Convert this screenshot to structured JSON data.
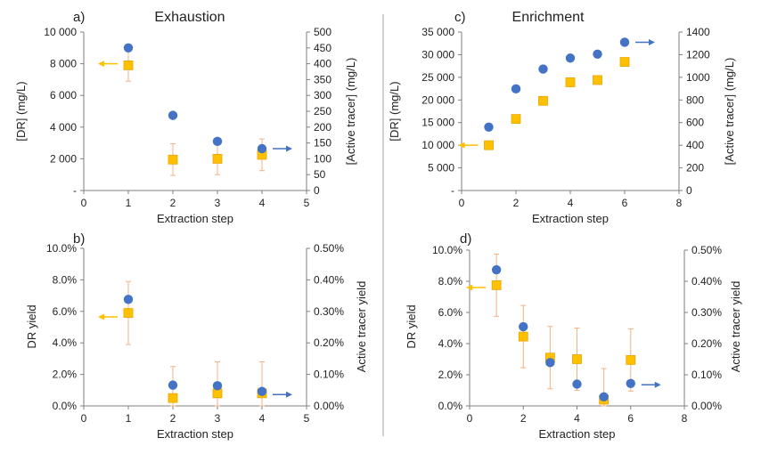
{
  "colors": {
    "dr": "#FFC000",
    "dr_edge": "#E8A500",
    "tracer": "#4472C4",
    "axis": "#7f7f7f",
    "error": "#F4B183",
    "divider": "#a6a6a6"
  },
  "chart_data": [
    {
      "panel": "a)",
      "title": "Exhaustion",
      "type": "scatter",
      "xlabel": "Extraction step",
      "ylabel": "[DR] (mg/L)",
      "y2label": "[Active tracer] (mg/L)",
      "xlim": [
        0,
        5
      ],
      "ylim": [
        0,
        10000
      ],
      "y2lim": [
        0,
        500
      ],
      "xticks": [
        "0",
        "1",
        "2",
        "3",
        "4",
        "5"
      ],
      "yticks": [
        "-",
        "2 000",
        "4 000",
        "6 000",
        "8 000",
        "10 000"
      ],
      "y2ticks": [
        "0",
        "50",
        "100",
        "150",
        "200",
        "250",
        "300",
        "350",
        "400",
        "450",
        "500"
      ],
      "series": [
        {
          "marker": "square",
          "axis": "left",
          "x": [
            1,
            2,
            3,
            4
          ],
          "y": [
            7900,
            1950,
            2000,
            2250
          ],
          "err": [
            1000,
            1000,
            1000,
            1000
          ]
        },
        {
          "marker": "circle",
          "axis": "right",
          "x": [
            1,
            2,
            3,
            4
          ],
          "y": [
            450,
            237,
            155,
            132
          ]
        }
      ],
      "arrows": [
        {
          "dir": "left",
          "x": 1,
          "y": 8000,
          "axis": "left"
        },
        {
          "dir": "right",
          "x": 4,
          "y": 132,
          "axis": "right"
        }
      ]
    },
    {
      "panel": "b)",
      "title": "",
      "type": "scatter",
      "xlabel": "Extraction step",
      "ylabel": "DR yield",
      "y2label": "Active tracer yield",
      "xlim": [
        0,
        5
      ],
      "ylim": [
        0,
        10
      ],
      "y2lim": [
        0,
        0.5
      ],
      "xticks": [
        "0",
        "1",
        "2",
        "3",
        "4",
        "5"
      ],
      "yticks": [
        "0.0%",
        "2.0%",
        "4.0%",
        "6.0%",
        "8.0%",
        "10.0%"
      ],
      "y2ticks": [
        "0.00%",
        "0.10%",
        "0.20%",
        "0.30%",
        "0.40%",
        "0.50%"
      ],
      "series": [
        {
          "marker": "square",
          "axis": "left",
          "x": [
            1,
            2,
            3,
            4
          ],
          "y": [
            5.9,
            0.5,
            0.8,
            0.8
          ],
          "err": [
            2.0,
            2.0,
            2.0,
            2.0
          ]
        },
        {
          "marker": "circle",
          "axis": "right",
          "x": [
            1,
            2,
            3,
            4
          ],
          "y": [
            0.338,
            0.066,
            0.064,
            0.046
          ]
        }
      ],
      "arrows": [
        {
          "dir": "left",
          "x": 1,
          "y": 5.65,
          "axis": "left"
        },
        {
          "dir": "right",
          "x": 4,
          "y": 0.036,
          "axis": "right"
        }
      ]
    },
    {
      "panel": "c)",
      "title": "Enrichment",
      "type": "scatter",
      "xlabel": "Extraction step",
      "ylabel": "[DR] (mg/L)",
      "y2label": "[Active tracer] (mg/L)",
      "xlim": [
        0,
        8
      ],
      "ylim": [
        0,
        35000
      ],
      "y2lim": [
        0,
        1400
      ],
      "xticks": [
        "0",
        "2",
        "4",
        "6",
        "8"
      ],
      "yticks": [
        "-",
        "5 000",
        "10 000",
        "15 000",
        "20 000",
        "25 000",
        "30 000",
        "35 000"
      ],
      "y2ticks": [
        "0",
        "200",
        "400",
        "600",
        "800",
        "1000",
        "1200",
        "1400"
      ],
      "series": [
        {
          "marker": "square",
          "axis": "left",
          "x": [
            1,
            2,
            3,
            4,
            5,
            6
          ],
          "y": [
            10000,
            15800,
            19800,
            23900,
            24400,
            28400
          ],
          "err": [
            600,
            600,
            600,
            600,
            600,
            600
          ]
        },
        {
          "marker": "circle",
          "axis": "right",
          "x": [
            1,
            2,
            3,
            4,
            5,
            6
          ],
          "y": [
            560,
            898,
            1073,
            1170,
            1205,
            1310
          ]
        }
      ],
      "arrows": [
        {
          "dir": "left",
          "x": 1,
          "y": 10000,
          "axis": "left"
        },
        {
          "dir": "right",
          "x": 6,
          "y": 1310,
          "axis": "right"
        }
      ]
    },
    {
      "panel": "d)",
      "title": "",
      "type": "scatter",
      "xlabel": "Extraction step",
      "ylabel": "DR yield",
      "y2label": "Active tracer yield",
      "xlim": [
        0,
        8
      ],
      "ylim": [
        0,
        10
      ],
      "y2lim": [
        0,
        0.5
      ],
      "xticks": [
        "0",
        "2",
        "4",
        "6",
        "8"
      ],
      "yticks": [
        "0.0%",
        "2.0%",
        "4.0%",
        "6.0%",
        "8.0%",
        "10.0%"
      ],
      "y2ticks": [
        "0.00%",
        "0.10%",
        "0.20%",
        "0.30%",
        "0.40%",
        "0.50%"
      ],
      "series": [
        {
          "marker": "square",
          "axis": "left",
          "x": [
            1,
            2,
            3,
            4,
            5,
            6
          ],
          "y": [
            7.75,
            4.45,
            3.1,
            3.0,
            0.4,
            2.95
          ],
          "err": [
            2.0,
            2.0,
            2.0,
            2.0,
            2.0,
            2.0
          ]
        },
        {
          "marker": "circle",
          "axis": "right",
          "x": [
            1,
            2,
            3,
            4,
            5,
            6
          ],
          "y": [
            0.437,
            0.254,
            0.139,
            0.07,
            0.029,
            0.072
          ]
        }
      ],
      "arrows": [
        {
          "dir": "left",
          "x": 1,
          "y": 7.6,
          "axis": "left"
        },
        {
          "dir": "right",
          "x": 6,
          "y": 0.068,
          "axis": "right"
        }
      ]
    }
  ]
}
